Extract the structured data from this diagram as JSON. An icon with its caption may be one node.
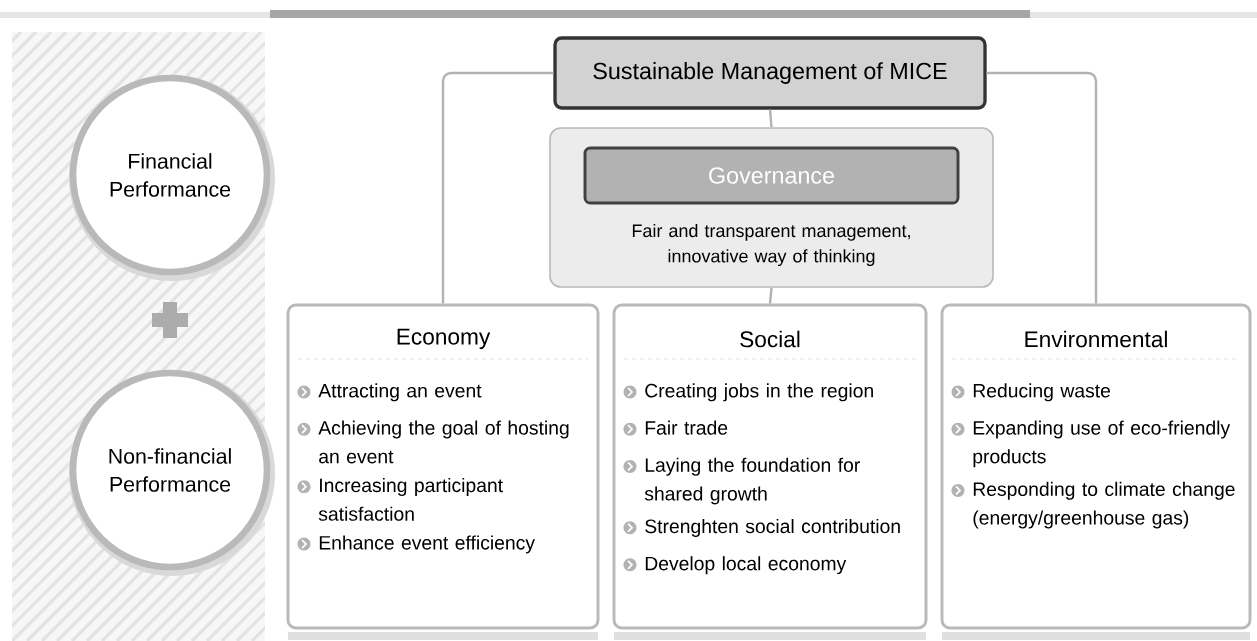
{
  "diagram": {
    "nodes": [
      {
        "text": [
          "Sustainable Management of MICE"
        ]
      },
      {
        "text": [
          "Fair and transparent management, innovative way of thinking"
        ]
      },
      {
        "text": [
          "Governance"
        ],
        "in": 1
      },
      {
        "text": [
          "Economy",
          "Attracting an event",
          "Achieving the goal of hosting an event",
          "Increasing participant satisfaction",
          "Enhance event efficiency"
        ]
      },
      {
        "text": [
          "Social",
          "Creating jobs in the region",
          "Fair trade",
          "Laying the foundation for shared growth",
          "Strenghten social contribution",
          "Develop local economy"
        ]
      },
      {
        "text": [
          "Environmental",
          "Reducing waste",
          "Expanding use of eco-friendly products",
          "Responding to climate change (energy/greenhouse gas)"
        ]
      },
      {
        "text": [
          "Financial Performance"
        ]
      },
      {
        "text": [
          "Non-financial Performance"
        ]
      }
    ],
    "edges": [
      {
        "from": 0,
        "to": 1,
        "arrow": "none"
      },
      {
        "from": 1,
        "to": 4,
        "arrow": "none"
      },
      {
        "from": 0,
        "to": 3,
        "arrow": "none"
      },
      {
        "from": 0,
        "to": 5,
        "arrow": "none"
      }
    ]
  }
}
